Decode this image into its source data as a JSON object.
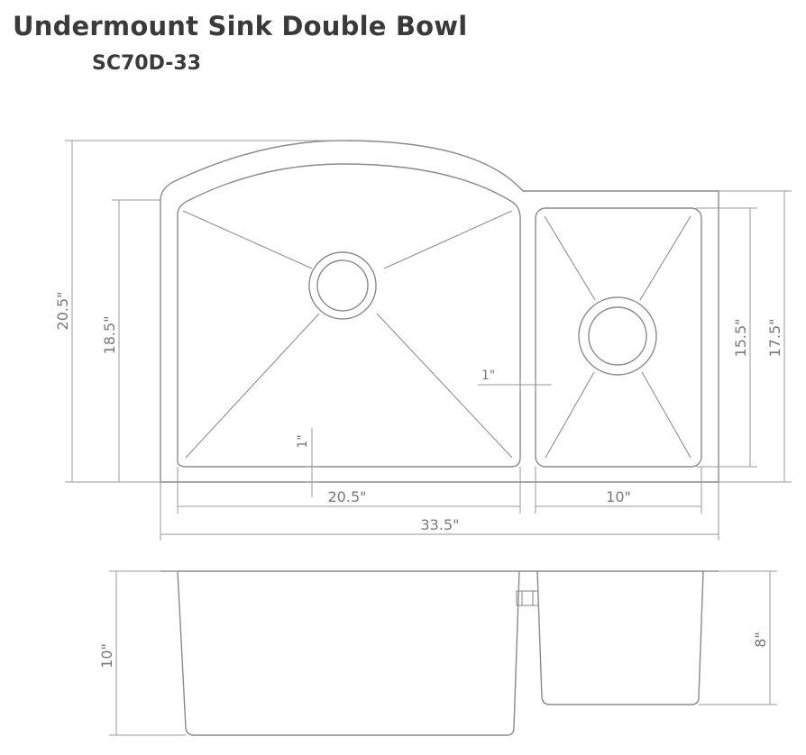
{
  "title": "Undermount Sink Double Bowl",
  "model": "SC70D-33",
  "dimensions": {
    "overall_depth": "20.5\"",
    "large_bowl_depth": "18.5\"",
    "small_bowl_depth": "15.5\"",
    "small_side_depth": "17.5\"",
    "divider_width": "1\"",
    "rim_offset": "1\"",
    "large_bowl_width": "20.5\"",
    "small_bowl_width": "10\"",
    "overall_width": "33.5\"",
    "large_bowl_height": "10\"",
    "small_bowl_height": "8\""
  }
}
